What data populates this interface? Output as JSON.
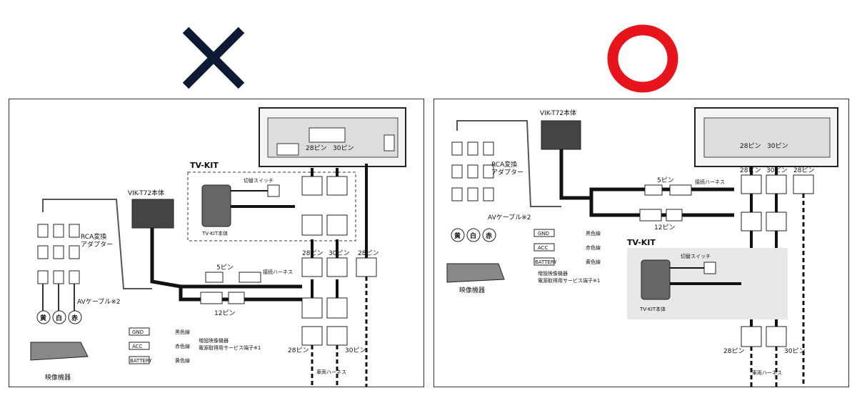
{
  "marks": {
    "wrong": "×",
    "correct": "○",
    "wrong_color": "#0d1a33",
    "correct_color": "#e8141c"
  },
  "left": {
    "tvkit_box_title": "TV-KIT",
    "switch": "切替スイッチ",
    "tvkit_body": "TV-KIT本体",
    "vik_body": "VIK-T72本体",
    "pin28_top": "28ピン",
    "pin30_top": "30ピン",
    "pin28_mid": "28ピン",
    "pin30_mid": "30ピン",
    "pin28_right": "28ピン",
    "pin5": "5ピン",
    "pin12": "12ピン",
    "harness": "接続ハーネス",
    "rca": "RCA変換",
    "adapter": "アダプター",
    "av_cable": "AVケーブル※2",
    "yellow": "黄",
    "white": "白",
    "red": "赤",
    "video_device": "映像機器",
    "gnd": "GND",
    "acc": "ACC",
    "battery": "BATTERY",
    "black_wire": "黒色線",
    "red_wire": "赤色線",
    "yellow_wire": "黄色線",
    "service1": "増設映像機器",
    "service2": "電源取得用サービス端子※1",
    "pin28_bottom": "28ピン",
    "pin30_bottom": "30ピン",
    "vehicle_harness": "車両ハーネス"
  },
  "right": {
    "vik_body": "VIK-T72本体",
    "rca": "RCA変換",
    "adapter": "アダプター",
    "pin28_top": "28ピン",
    "pin30_top": "30ピン",
    "pin28_col1": "28ピン",
    "pin30_col2": "30ピン",
    "pin28_col3": "28ピン",
    "pin5": "5ピン",
    "pin12": "12ピン",
    "harness": "接続ハーネス",
    "av_cable": "AVケーブル※2",
    "gnd": "GND",
    "acc": "ACC",
    "battery": "BATTERY",
    "black_wire": "黒色線",
    "red_wire": "赤色線",
    "yellow_wire": "黄色線",
    "yellow": "黄",
    "white": "白",
    "red": "赤",
    "service1": "増設映像機器",
    "service2": "電源取得用サービス端子※1",
    "video_device": "映像機器",
    "tvkit_box_title": "TV-KIT",
    "switch": "切替スイッチ",
    "tvkit_body": "TV-KIT本体",
    "pin28_bottom": "28ピン",
    "pin30_bottom": "30ピン",
    "vehicle_harness": "車両ハーネス"
  }
}
